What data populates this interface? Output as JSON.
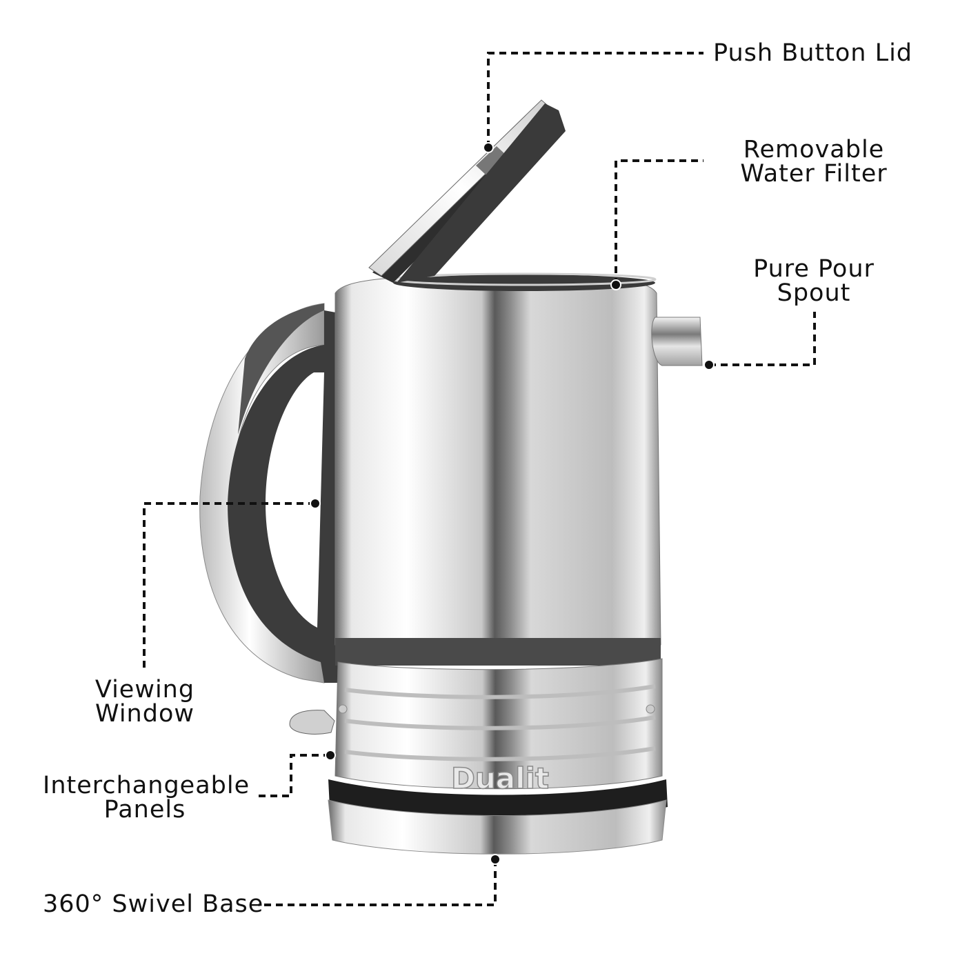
{
  "product": {
    "brand": "Dualit",
    "type": "kettle"
  },
  "callouts": [
    {
      "id": "push-button-lid",
      "lines": [
        "Push Button Lid"
      ]
    },
    {
      "id": "removable-water-filter",
      "lines": [
        "Removable",
        "Water Filter"
      ]
    },
    {
      "id": "pure-pour-spout",
      "lines": [
        "Pure Pour",
        "Spout"
      ]
    },
    {
      "id": "viewing-window",
      "lines": [
        "Viewing",
        "Window"
      ]
    },
    {
      "id": "interchangeable-panels",
      "lines": [
        "Interchangeable",
        "Panels"
      ]
    },
    {
      "id": "swivel-base",
      "lines": [
        "360° Swivel Base"
      ]
    }
  ],
  "colors": {
    "background": "#ffffff",
    "leader_line": "#111111",
    "steel_light": "#f2f2f2",
    "steel_mid": "#a9a9a9",
    "steel_dark": "#4a4a4a",
    "handle_grip": "#3c3c3c"
  }
}
